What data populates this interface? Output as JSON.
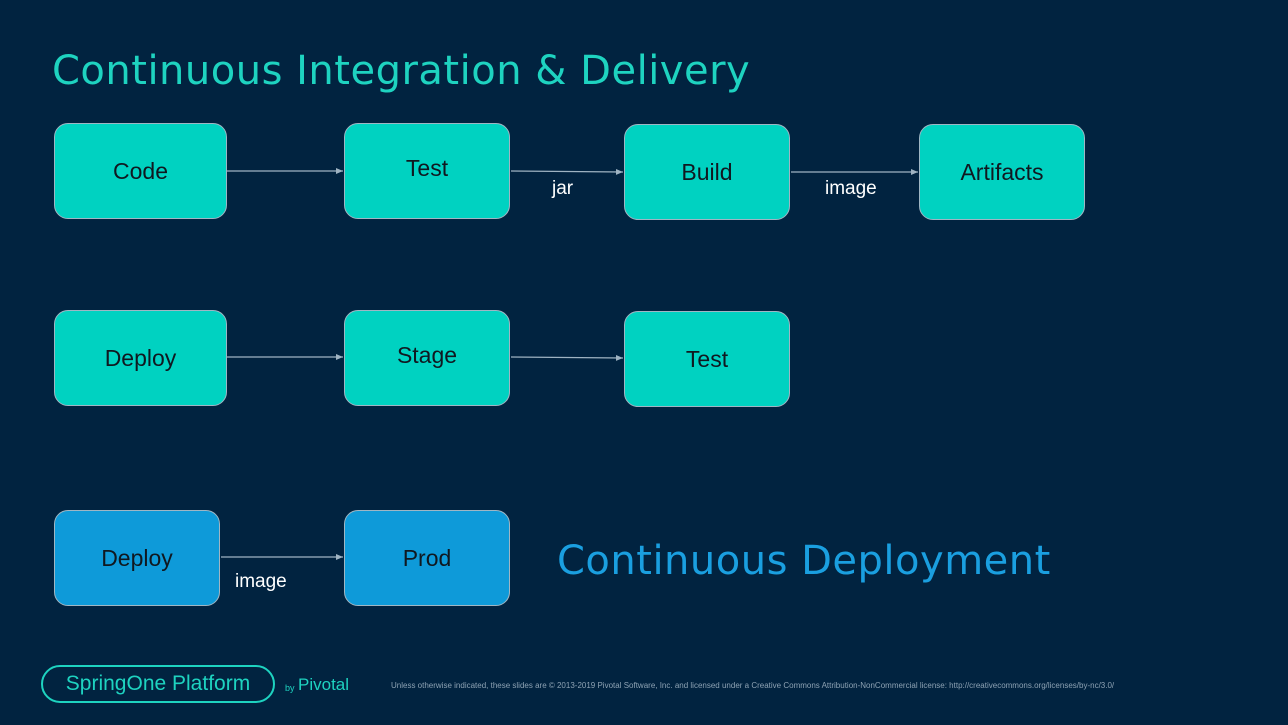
{
  "title": "Continuous Integration & Delivery",
  "subtitle_cd": "Continuous Deployment",
  "rows": [
    {
      "boxes": [
        "Code",
        "Test",
        "Build",
        "Artifacts"
      ],
      "edge_labels": [
        "",
        "jar",
        "image"
      ]
    },
    {
      "boxes": [
        "Deploy",
        "Stage",
        "Test"
      ],
      "edge_labels": [
        "",
        ""
      ]
    },
    {
      "boxes": [
        "Deploy",
        "Prod"
      ],
      "edge_labels": [
        "image"
      ]
    }
  ],
  "footer": {
    "logo": "SpringOne Platform",
    "by": "by",
    "brand": "Pivotal",
    "license": "Unless otherwise indicated, these slides are © 2013-2019 Pivotal Software, Inc. and licensed under a Creative Commons Attribution-NonCommercial license: http://creativecommons.org/licenses/by-nc/3.0/"
  },
  "colors": {
    "background": "#012340",
    "teal": "#00d2c1",
    "blue": "#0e9ad9",
    "title_teal": "#1ed3c0",
    "title_blue": "#1a9fe0"
  }
}
